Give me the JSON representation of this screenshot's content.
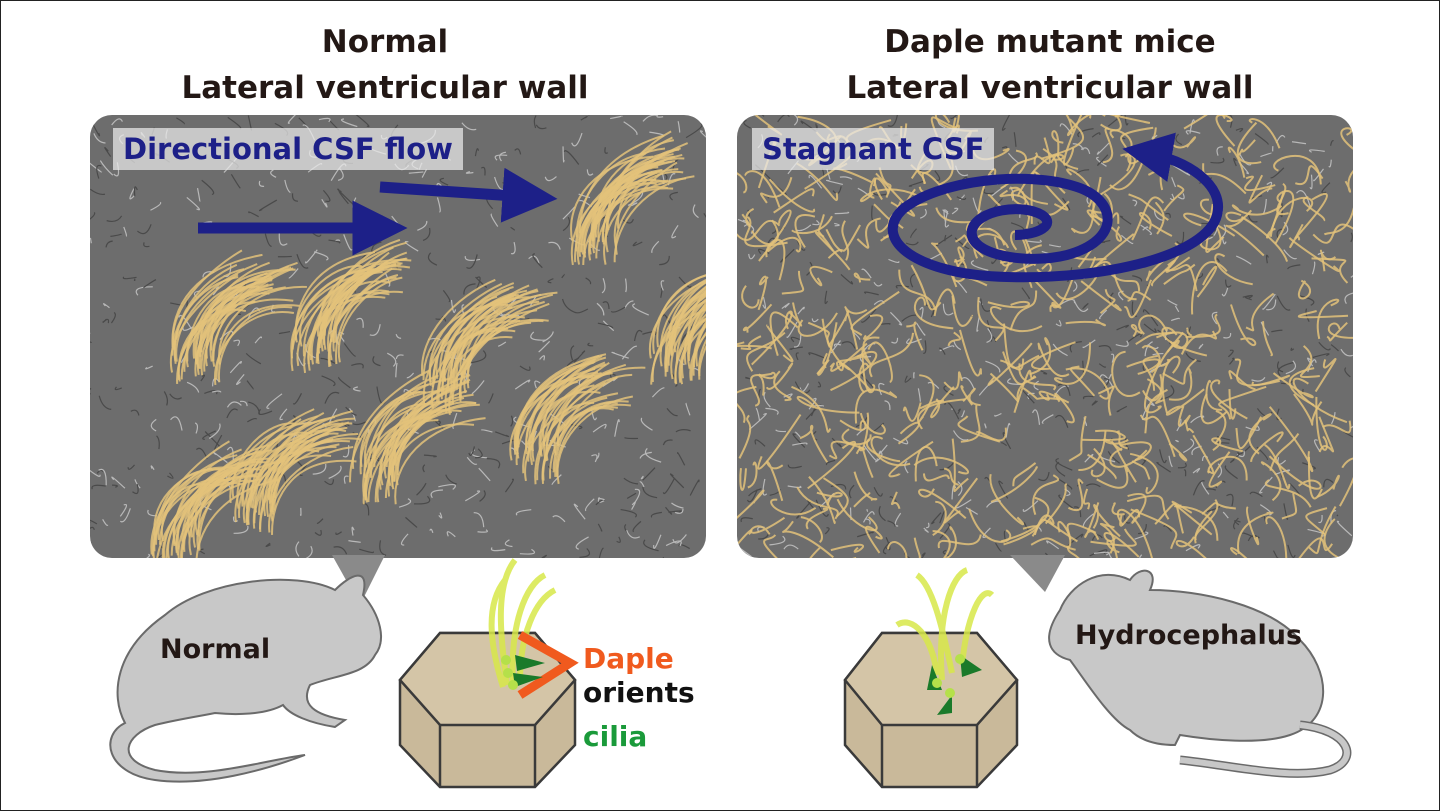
{
  "left": {
    "title_line1": "Normal",
    "title_line2": "Lateral ventricular wall",
    "tag": "Directional CSF flow",
    "mouse_label": "Normal"
  },
  "right": {
    "title_line1": "Daple mutant mice",
    "title_line2": "Lateral ventricular wall",
    "tag": "Stagnant CSF",
    "mouse_label": "Hydrocephalus"
  },
  "legend": {
    "word1": "Daple",
    "word2": "orients",
    "word3": "cilia"
  },
  "colors": {
    "flow_arrow": "#1d2088",
    "cilia_overlay": "#e3c27a",
    "daple": "#f05a1e",
    "cilia_text": "#1a9a3a",
    "cell": "#c9b99a",
    "mouse": "#c8c8c8"
  }
}
